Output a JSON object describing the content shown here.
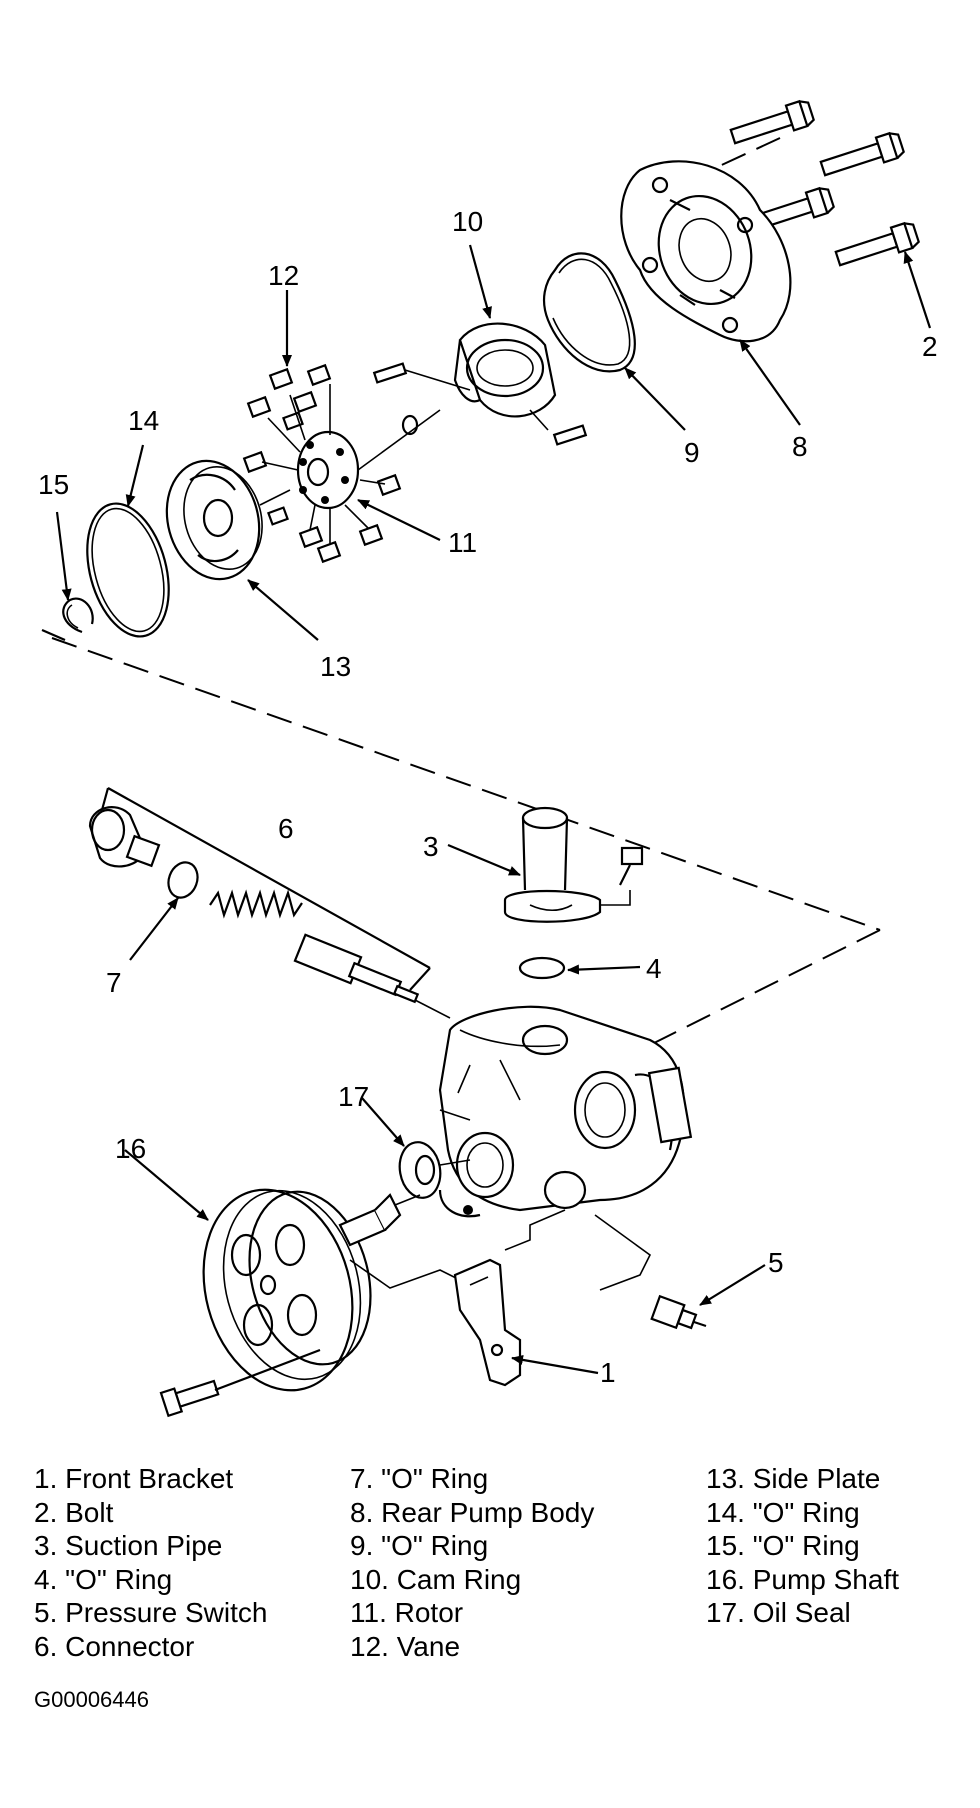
{
  "callouts": {
    "c1": "1",
    "c2": "2",
    "c3": "3",
    "c4": "4",
    "c5": "5",
    "c6": "6",
    "c7": "7",
    "c8": "8",
    "c9": "9",
    "c10": "10",
    "c11": "11",
    "c12": "12",
    "c13": "13",
    "c14": "14",
    "c15": "15",
    "c16": "16",
    "c17": "17"
  },
  "legend": {
    "col1": [
      "1. Front Bracket",
      "2. Bolt",
      "3. Suction Pipe",
      "4. \"O\" Ring",
      "5. Pressure Switch",
      "6. Connector"
    ],
    "col2": [
      "7. \"O\" Ring",
      "8. Rear Pump Body",
      "9. \"O\" Ring",
      "10. Cam Ring",
      "11. Rotor",
      "12. Vane"
    ],
    "col3": [
      "13. Side Plate",
      "14. \"O\" Ring",
      "15. \"O\" Ring",
      "16. Pump Shaft",
      "17. Oil Seal"
    ]
  },
  "figure_id": "G00006446"
}
